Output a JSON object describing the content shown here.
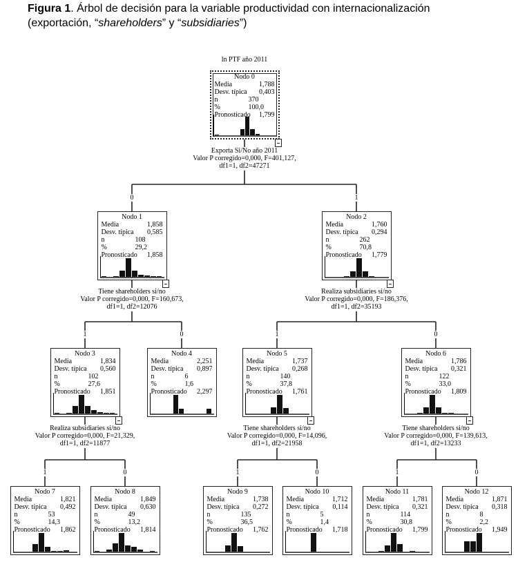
{
  "caption": {
    "figure_label": "Figura 1",
    "line1": ". Árbol de decisión para la variable productividad con internacionalización",
    "line2_prefix": "(exportación, “",
    "term1": "shareholders",
    "line2_mid": "” y “",
    "term2": "subsidiaries",
    "line2_suffix": "”)"
  },
  "tree": {
    "dependent_variable": "ln PTF año 2011",
    "row_labels": {
      "mean": "Media",
      "std": "Desv. típica",
      "n": "n",
      "pct": "%",
      "predicted": "Pronosticado"
    },
    "nodes": [
      {
        "id": 0,
        "title": "Nodo 0",
        "mean": "1,788",
        "std": "0,403",
        "n": "370",
        "pct": "100,0",
        "predicted": "1,799",
        "hist": [
          0.02,
          0,
          0,
          0,
          0,
          0.35,
          1,
          0.35,
          0.06,
          0,
          0,
          0
        ]
      },
      {
        "id": 1,
        "title": "Nodo 1",
        "mean": "1,858",
        "std": "0,585",
        "n": "108",
        "pct": "29,2",
        "predicted": "1,858",
        "hist": [
          0.03,
          0,
          0.05,
          0.35,
          1,
          0.35,
          0.12,
          0.06,
          0.05,
          0.05
        ]
      },
      {
        "id": 2,
        "title": "Nodo 2",
        "mean": "1,760",
        "std": "0,294",
        "n": "262",
        "pct": "70,8",
        "predicted": "1,779",
        "hist": [
          0,
          0,
          0,
          0.03,
          0.3,
          1,
          0.3,
          0.03,
          0,
          0
        ]
      },
      {
        "id": 3,
        "title": "Nodo 3",
        "mean": "1,834",
        "std": "0,560",
        "n": "102",
        "pct": "27,6",
        "predicted": "1,851",
        "hist": [
          0.04,
          0,
          0.02,
          0.4,
          1,
          0.4,
          0.18,
          0.06,
          0.04,
          0.04
        ]
      },
      {
        "id": 4,
        "title": "Nodo 4",
        "mean": "2,251",
        "std": "0,897",
        "n": "6",
        "pct": "1,6",
        "predicted": "2,297",
        "hist": [
          0,
          0,
          0,
          0,
          1,
          0.25,
          0,
          0,
          0,
          0,
          0.25
        ]
      },
      {
        "id": 5,
        "title": "Nodo 5",
        "mean": "1,737",
        "std": "0,268",
        "n": "140",
        "pct": "37,8",
        "predicted": "1,761",
        "hist": [
          0,
          0,
          0,
          0,
          0.35,
          1,
          0.3,
          0,
          0,
          0
        ]
      },
      {
        "id": 6,
        "title": "Nodo 6",
        "mean": "1,786",
        "std": "0,321",
        "n": "122",
        "pct": "33,0",
        "predicted": "1,809",
        "hist": [
          0,
          0,
          0.03,
          0.35,
          1,
          0.35,
          0.03,
          0.03,
          0,
          0
        ]
      },
      {
        "id": 7,
        "title": "Nodo 7",
        "mean": "1,821",
        "std": "0,492",
        "n": "53",
        "pct": "14,3",
        "predicted": "1,862",
        "hist": [
          0,
          0,
          0,
          0.4,
          1,
          0.25,
          0.05,
          0.04,
          0.06,
          0
        ]
      },
      {
        "id": 8,
        "title": "Nodo 8",
        "mean": "1,849",
        "std": "0,630",
        "n": "49",
        "pct": "13,2",
        "predicted": "1,814",
        "hist": [
          0.03,
          0,
          0.1,
          0.45,
          1,
          0.33,
          0.25,
          0.1,
          0,
          0.04
        ]
      },
      {
        "id": 9,
        "title": "Nodo 9",
        "mean": "1,738",
        "std": "0,272",
        "n": "135",
        "pct": "36,5",
        "predicted": "1,762",
        "hist": [
          0,
          0,
          0,
          0.35,
          1,
          0.28,
          0,
          0,
          0,
          0
        ]
      },
      {
        "id": 10,
        "title": "Nodo 10",
        "mean": "1,712",
        "std": "0,114",
        "n": "5",
        "pct": "1,4",
        "predicted": "1,718",
        "hist": [
          0,
          0,
          0,
          0,
          1,
          0,
          0,
          0,
          0,
          0
        ]
      },
      {
        "id": 11,
        "title": "Nodo 11",
        "mean": "1,781",
        "std": "0,321",
        "n": "114",
        "pct": "30,8",
        "predicted": "1,799",
        "hist": [
          0,
          0,
          0.02,
          0.35,
          1,
          0.4,
          0,
          0.03,
          0,
          0
        ]
      },
      {
        "id": 12,
        "title": "Nodo 12",
        "mean": "1,871",
        "std": "0,318",
        "n": "8",
        "pct": "2,2",
        "predicted": "1,949",
        "hist": [
          0,
          0,
          0,
          0.55,
          0.55,
          1,
          0,
          0,
          0,
          0
        ]
      }
    ],
    "splits": [
      {
        "node": 0,
        "variable": "Exporta Si/No año 2011",
        "stat": "Valor P corregido=0,000, F=401,127,",
        "df": "df1=1, df2=47271",
        "children": [
          {
            "label": "0",
            "node": 1
          },
          {
            "label": "1",
            "node": 2
          }
        ]
      },
      {
        "node": 1,
        "variable": "Tiene shareholders si/no",
        "stat": "Valor P corregido=0,000, F=160,673,",
        "df": "df1=1, df2=12076",
        "children": [
          {
            "label": "1",
            "node": 3
          },
          {
            "label": "0",
            "node": 4
          }
        ]
      },
      {
        "node": 2,
        "variable": "Realiza subsidiaries si/no",
        "stat": "Valor P corregido=0,000, F=186,376,",
        "df": "df1=1, df2=35193",
        "children": [
          {
            "label": "1",
            "node": 5
          },
          {
            "label": "0",
            "node": 6
          }
        ]
      },
      {
        "node": 3,
        "variable": "Realiza subsidiaries si/no",
        "stat": "Valor P corregido=0,000, F=21,329,",
        "df": "df1=1, df2=11877",
        "children": [
          {
            "label": "1",
            "node": 7
          },
          {
            "label": "0",
            "node": 8
          }
        ]
      },
      {
        "node": 5,
        "variable": "Tiene shareholders si/no",
        "stat": "Valor P corregido=0,000, F=14,096,",
        "df": "df1=1, df2=21958",
        "children": [
          {
            "label": "1",
            "node": 9
          },
          {
            "label": "0",
            "node": 10
          }
        ]
      },
      {
        "node": 6,
        "variable": "Tiene shareholders si/no",
        "stat": "Valor P corregido=0,000, F=139,613,",
        "df": "df1=1, df2=13233",
        "children": [
          {
            "label": "1",
            "node": 11
          },
          {
            "label": "0",
            "node": 12
          }
        ]
      }
    ]
  }
}
